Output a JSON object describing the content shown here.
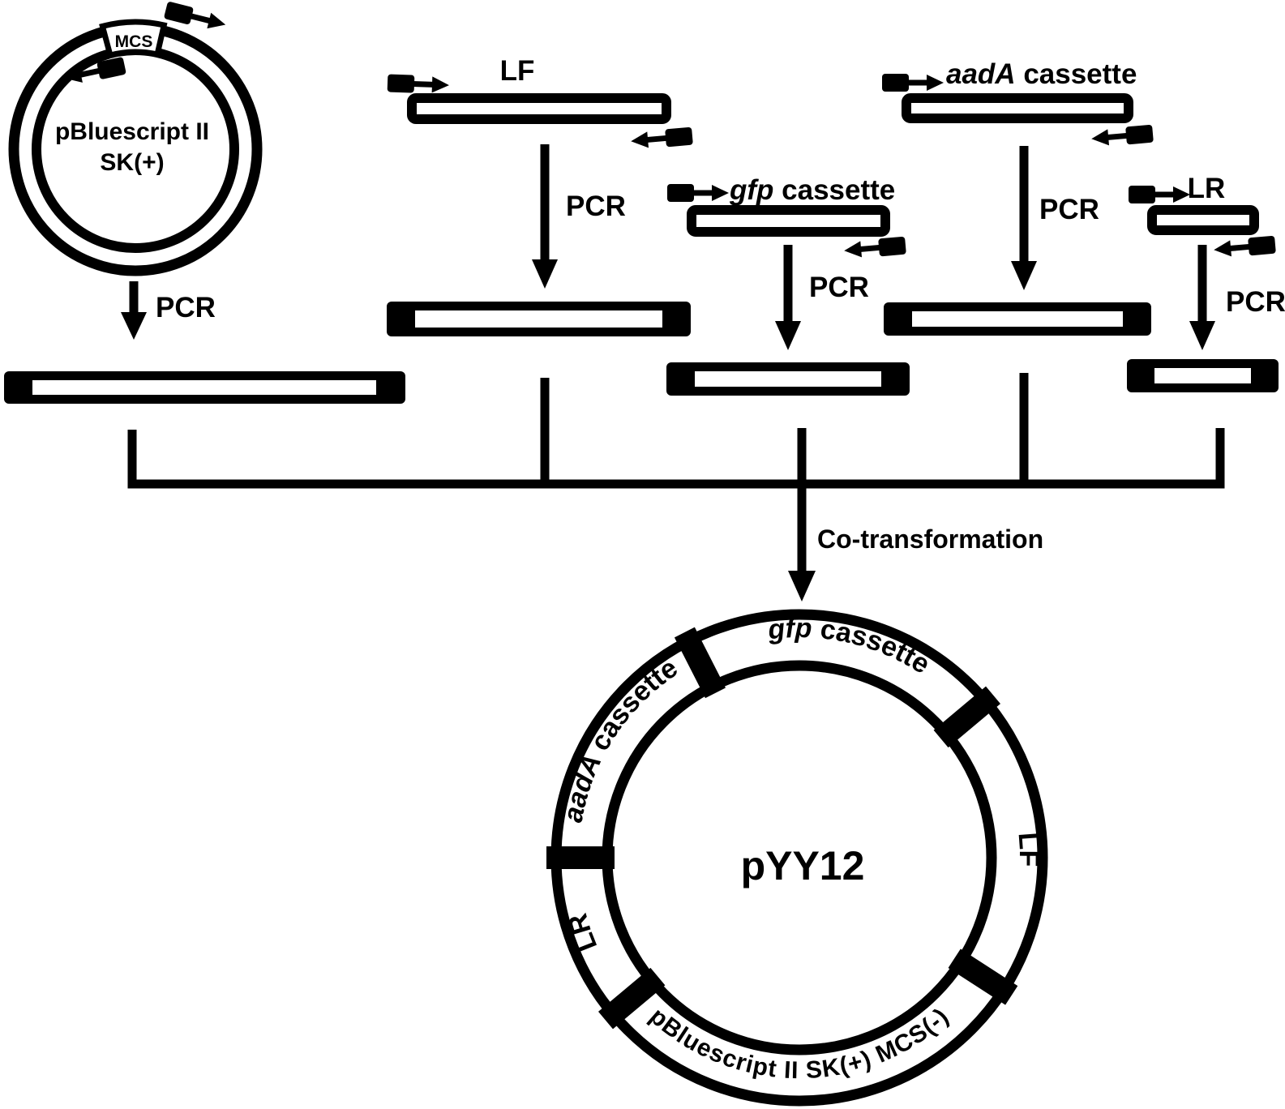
{
  "colors": {
    "ink": "#000000",
    "background": "#ffffff"
  },
  "source_plasmid": {
    "name_line1": "pBluescript II",
    "name_line2": "SK(+)",
    "mcs_label": "MCS",
    "pcr_label": "PCR"
  },
  "sources": {
    "lf": {
      "label": "LF",
      "pcr_label": "PCR"
    },
    "gfp": {
      "label_italic": "gfp",
      "label_rest": " cassette",
      "pcr_label": "PCR"
    },
    "aada": {
      "label_italic": "aadA",
      "label_rest": " cassette",
      "pcr_label": "PCR"
    },
    "lr": {
      "label": "LR",
      "pcr_label": "PCR"
    }
  },
  "assembly": {
    "cotransformation_label": "Co-transformation"
  },
  "product_plasmid": {
    "name": "pYY12",
    "segment_gfp_italic": "gfp",
    "segment_gfp_rest": " cassette",
    "segment_aada_italic": "aadA",
    "segment_aada_rest": " cassette",
    "segment_lf": "LF",
    "segment_lr": "LR",
    "segment_backbone": "pBluescript II SK(+) MCS(-)"
  }
}
